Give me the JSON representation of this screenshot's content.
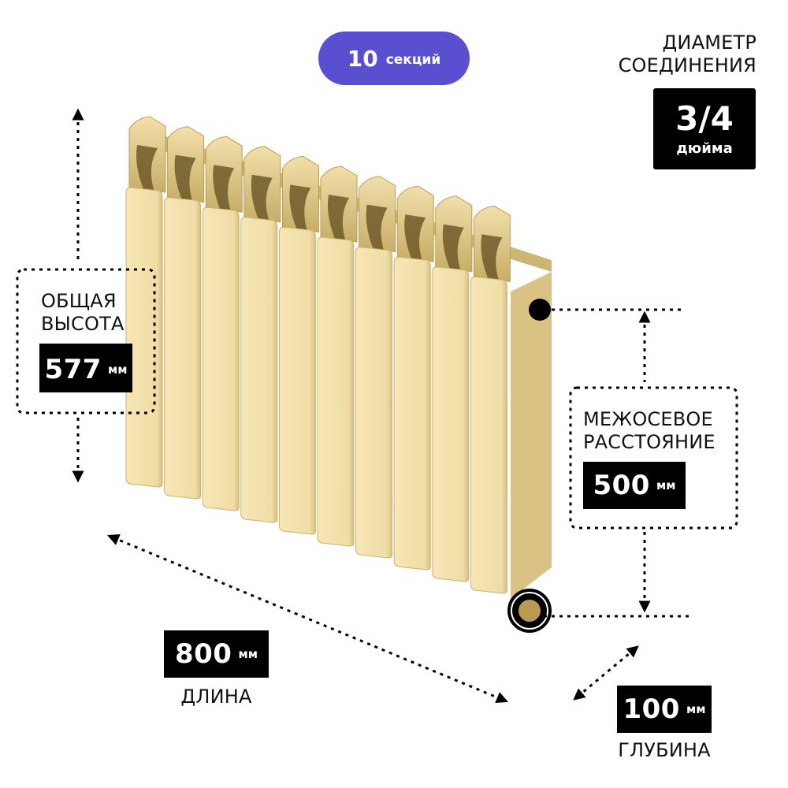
{
  "sections": {
    "count": "10",
    "unit": "секций"
  },
  "diameter": {
    "label_line1": "ДИАМЕТР",
    "label_line2": "СОЕДИНЕНИЯ",
    "value": "3/4",
    "unit": "дюйма"
  },
  "height": {
    "label_line1": "ОБЩАЯ",
    "label_line2": "ВЫСОТА",
    "value": "577",
    "unit": "мм"
  },
  "center_distance": {
    "label_line1": "МЕЖОСЕВОЕ",
    "label_line2": "РАССТОЯНИЕ",
    "value": "500",
    "unit": "мм"
  },
  "length": {
    "label": "ДЛИНА",
    "value": "800",
    "unit": "мм"
  },
  "depth": {
    "label": "ГЛУБИНА",
    "value": "100",
    "unit": "мм"
  },
  "colors": {
    "accent": "#5b4fd1",
    "radiator": "#f2dfa8",
    "radiator_shadow": "#a88f4d",
    "box": "#000000"
  }
}
